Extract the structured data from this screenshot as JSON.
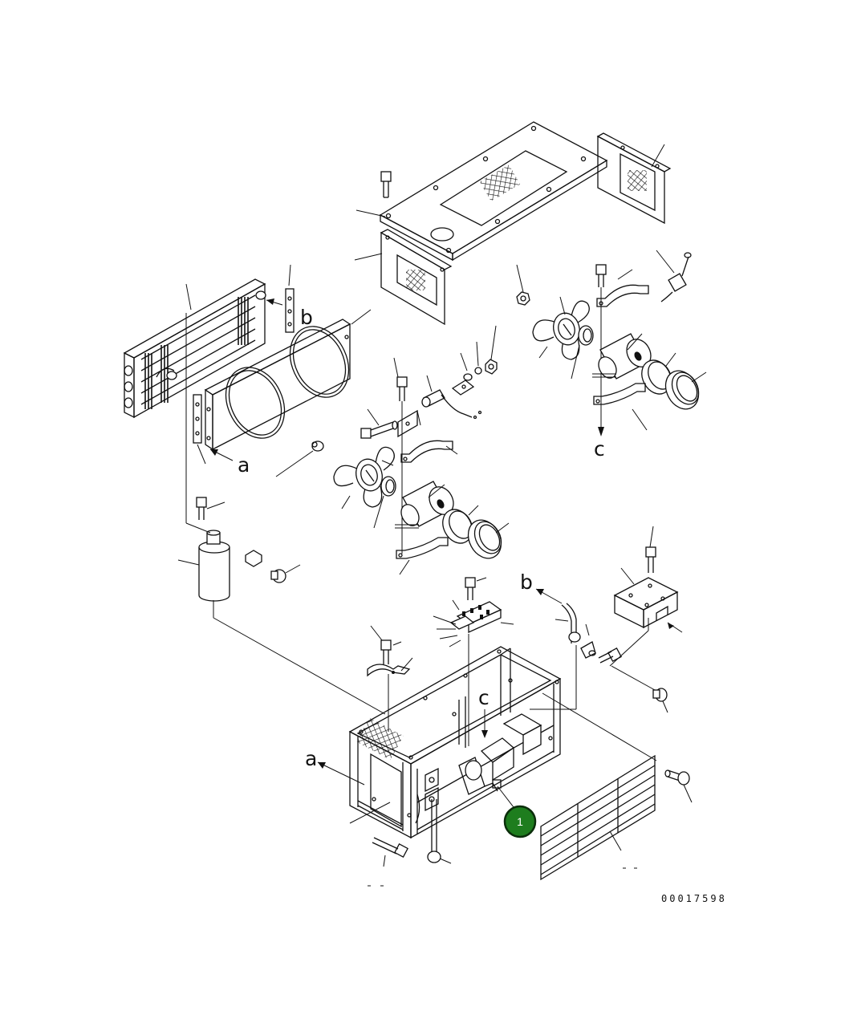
{
  "diagram": {
    "drawing_number": "00017598",
    "callout": {
      "number": "1",
      "color": "#1e7d1e"
    },
    "reference_letters": {
      "a_top": "a",
      "a_bottom": "a",
      "b_top": "b",
      "b_bottom": "b",
      "c_top": "c",
      "c_bottom": "c"
    }
  }
}
